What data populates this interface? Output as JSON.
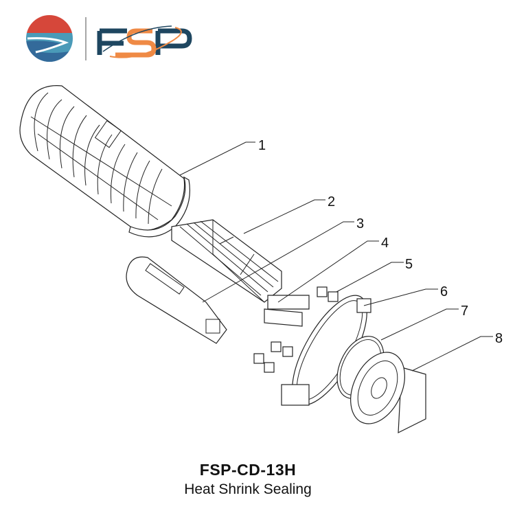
{
  "logo": {
    "brand_text": "FSP",
    "colors": {
      "red": "#d6473a",
      "teal": "#4a9ab8",
      "navy": "#1e4660",
      "orange": "#ef8a45"
    }
  },
  "callouts": [
    "1",
    "2",
    "3",
    "4",
    "5",
    "6",
    "7",
    "8"
  ],
  "product": {
    "model": "FSP-CD-13H",
    "description": "Heat Shrink Sealing"
  }
}
